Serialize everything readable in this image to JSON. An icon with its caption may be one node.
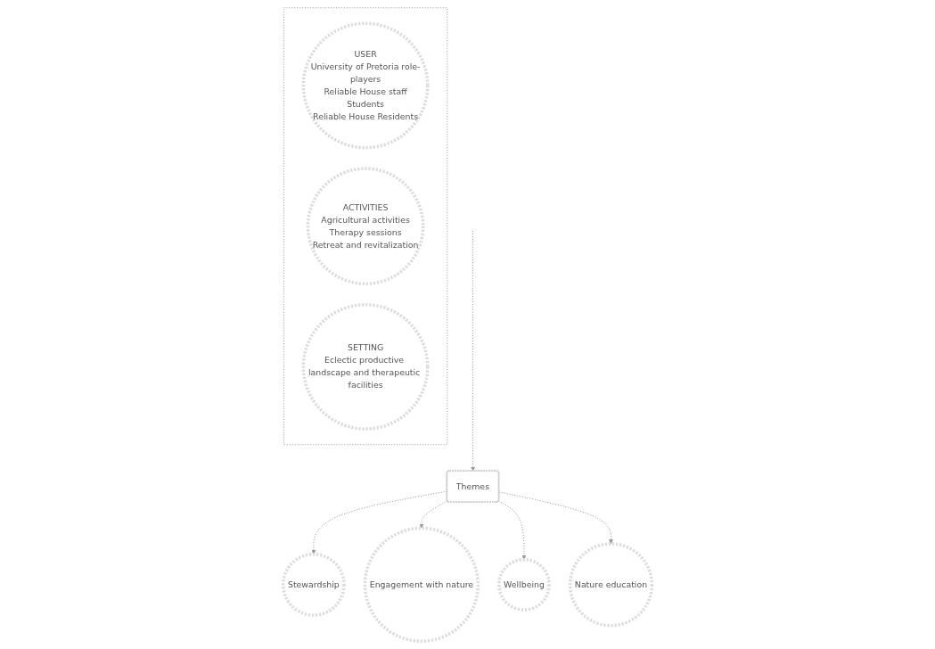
{
  "diagram": {
    "nodes": [
      {
        "text": [],
        "shape": "box"
      },
      {
        "text": [
          "USER",
          "University of Pretoria role-players",
          "Reliable House staff",
          "Students",
          "Reliable House Residents"
        ],
        "in": 0
      },
      {
        "text": [
          "ACTIVITIES",
          "Agricultural activities",
          "Therapy sessions",
          "Retreat and revitalization"
        ],
        "in": 0
      },
      {
        "text": [
          "SETTING",
          "Eclectic productive landscape and therapeutic facilities"
        ],
        "in": 0
      },
      {
        "text": [
          "Themes"
        ]
      },
      {
        "text": [
          "Stewardship"
        ]
      },
      {
        "text": [
          "Engagement with nature"
        ]
      },
      {
        "text": [
          "Wellbeing"
        ]
      },
      {
        "text": [
          "Nature education"
        ]
      }
    ],
    "edges": [
      {
        "from": null,
        "to": 4,
        "arrow": "to",
        "style": "dashed"
      },
      {
        "from": 4,
        "to": 5,
        "arrow": "to",
        "style": "dashed"
      },
      {
        "from": 4,
        "to": 6,
        "arrow": "to",
        "style": "dashed"
      },
      {
        "from": 4,
        "to": 7,
        "arrow": "to",
        "style": "dashed"
      },
      {
        "from": 4,
        "to": 8,
        "arrow": "to",
        "style": "dashed"
      }
    ]
  }
}
